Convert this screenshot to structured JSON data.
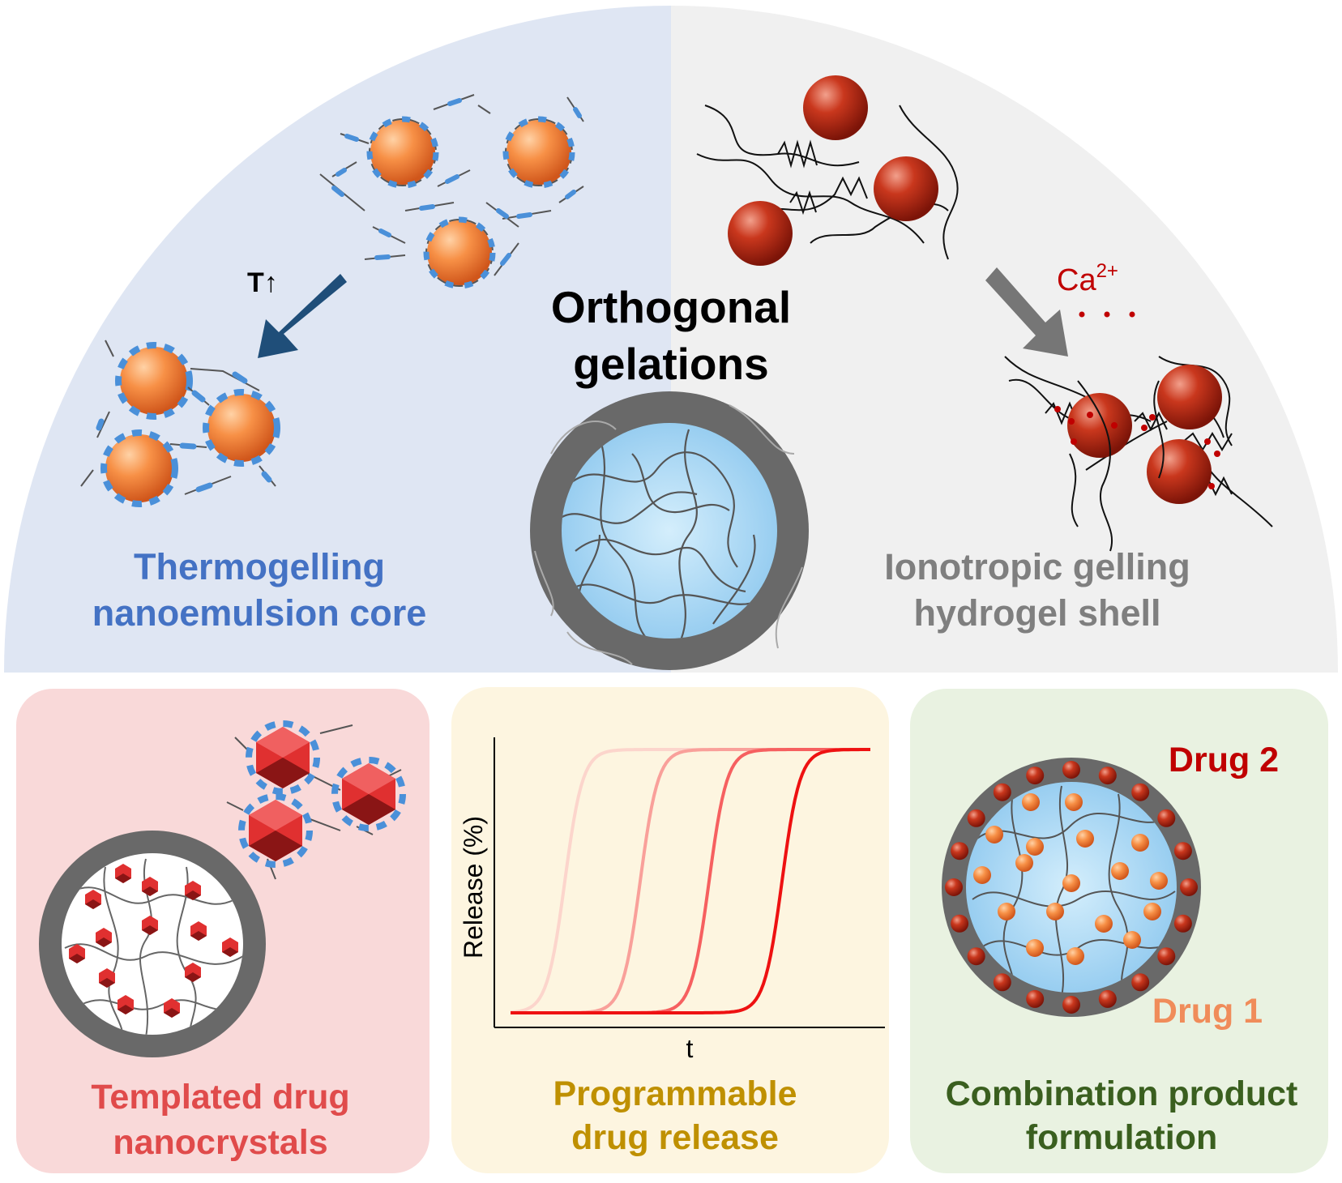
{
  "center": {
    "title_line1": "Orthogonal",
    "title_line2": "gelations"
  },
  "left_half": {
    "label_line1": "Thermogelling",
    "label_line2": "nanoemulsion core",
    "arrow_label": "T↑",
    "label_color": "#4472c4",
    "bg_color": "#dfe6f3"
  },
  "right_half": {
    "label_line1": "Ionotropic gelling",
    "label_line2": "hydrogel shell",
    "ion_label": "Ca",
    "ion_charge": "2+",
    "label_color": "#7f7f7f",
    "bg_color": "#f0f0f0"
  },
  "panels": [
    {
      "label_line1": "Templated drug",
      "label_line2": "nanocrystals",
      "label_color": "#e04b4b",
      "bg_color": "#f9d9d9"
    },
    {
      "label_line1": "Programmable",
      "label_line2": "drug release",
      "label_color": "#bf9000",
      "bg_color": "#fdf5e0"
    },
    {
      "label_line1": "Combination product",
      "label_line2": "formulation",
      "label_color": "#3a5f1f",
      "bg_color": "#e9f2e1"
    }
  ],
  "release_chart": {
    "xlabel": "t",
    "ylabel": "Release (%)",
    "curve_colors": [
      "#fcd5cc",
      "#f9a09a",
      "#f66060",
      "#ee1111"
    ]
  },
  "combination": {
    "drug2_label": "Drug 2",
    "drug2_color": "#c00000",
    "drug1_label": "Drug 1",
    "drug1_color": "#f08c5a"
  }
}
